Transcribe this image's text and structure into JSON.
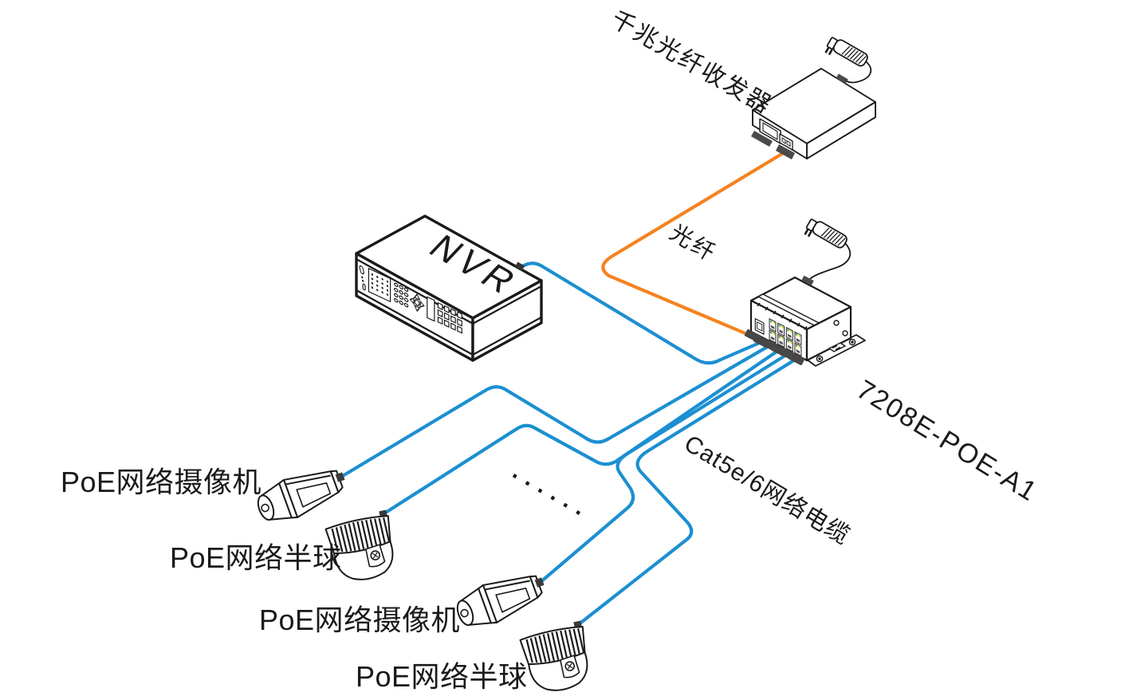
{
  "diagram": {
    "devices": {
      "fiber_transceiver": {
        "label": "千兆光纤收发器"
      },
      "nvr": {
        "label": "NVR"
      },
      "poe_switch": {
        "model": "7208E-POE-A1"
      },
      "camera_bullet_1": {
        "label": "PoE网络摄像机"
      },
      "camera_dome_1": {
        "label": "PoE网络半球"
      },
      "camera_bullet_2": {
        "label": "PoE网络摄像机"
      },
      "camera_dome_2": {
        "label": "PoE网络半球"
      }
    },
    "cables": {
      "fiber_label": "光纤",
      "ethernet_label": "Cat5e/6网络电缆",
      "more_cameras_ellipsis": "......"
    },
    "colors": {
      "fiber_cable": "#F58220",
      "ethernet_cable": "#1C8FD1",
      "outline": "#1A1A1A",
      "led_green": "#2FA12C",
      "led_yellow": "#E8D200"
    }
  }
}
